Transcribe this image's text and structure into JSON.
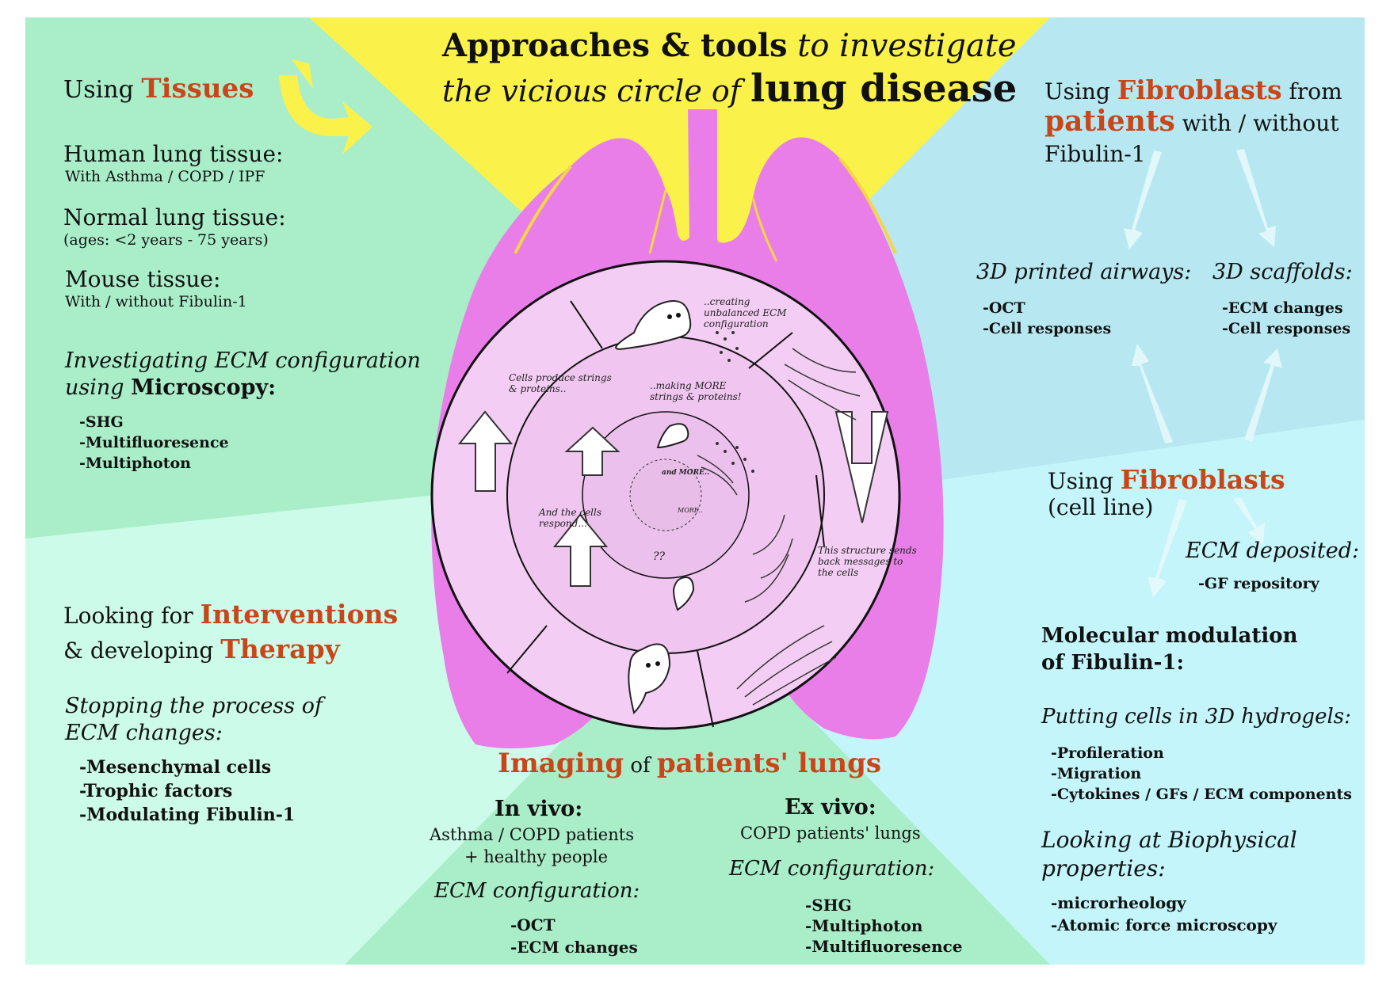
{
  "title": {
    "part1": "Approaches & tools",
    "part2": " to investigate",
    "part3": "the vicious circle of ",
    "part4": "lung disease"
  },
  "tissues": {
    "heading_prefix": "Using ",
    "heading_highlight": "Tissues",
    "human_label": "Human lung tissue:",
    "human_sub": "With Asthma / COPD / IPF",
    "normal_label": "Normal lung tissue:",
    "normal_sub": "(ages: <2 years - 75 years)",
    "mouse_label": "Mouse tissue:",
    "mouse_sub": "With / without Fibulin-1",
    "microscopy_line1": "Investigating ECM configuration",
    "microscopy_line2_prefix": "using ",
    "microscopy_line2_bold": "Microscopy:",
    "microscopy_items": [
      "-SHG",
      "-Multifluoresence",
      "-Multiphoton"
    ]
  },
  "therapy": {
    "line1_prefix": "Looking for ",
    "line1_highlight": "Interventions",
    "line2_prefix": "& developing ",
    "line2_highlight": "Therapy",
    "stopping_line1": "Stopping the process of",
    "stopping_line2": "ECM changes:",
    "items": [
      "-Mesenchymal cells",
      "-Trophic factors",
      "-Modulating Fibulin-1"
    ]
  },
  "patients": {
    "line1_prefix": "Using ",
    "line1_highlight": "Fibroblasts",
    "line1_suffix": " from",
    "line2_highlight": "patients",
    "line2_suffix": " with / without",
    "line3": "Fibulin-1",
    "printed_heading": "3D printed airways:",
    "printed_items": [
      "-OCT",
      "-Cell responses"
    ],
    "scaffolds_heading": "3D scaffolds:",
    "scaffolds_items": [
      "-ECM changes",
      "-Cell responses"
    ]
  },
  "cellline": {
    "line1_prefix": "Using ",
    "line1_highlight": "Fibroblasts",
    "line2": "(cell line)",
    "deposited_heading": "ECM deposited:",
    "deposited_item": "-GF repository",
    "molecular_line1": "Molecular modulation",
    "molecular_line2": "of Fibulin-1:",
    "hydrogels_heading": "Putting cells in 3D hydrogels:",
    "hydrogels_items": [
      "-Profileration",
      "-Migration",
      "-Cytokines / GFs / ECM components"
    ],
    "biophys_line1": "Looking at Biophysical",
    "biophys_line2": "properties:",
    "biophys_items": [
      "-microrheology",
      "-Atomic force microscopy"
    ]
  },
  "imaging": {
    "heading_highlight1": "Imaging",
    "heading_mid": " of ",
    "heading_highlight2": "patients' lungs",
    "invivo_heading": "In vivo:",
    "invivo_sub1": "Asthma / COPD patients",
    "invivo_sub2": "+ healthy people",
    "invivo_ecm": "ECM configuration:",
    "invivo_items": [
      "-OCT",
      "-ECM changes"
    ],
    "exvivo_heading": "Ex vivo:",
    "exvivo_sub": "COPD patients' lungs",
    "exvivo_ecm": "ECM configuration:",
    "exvivo_items": [
      "-SHG",
      "-Multiphoton",
      "-Multifluoresence"
    ]
  },
  "circle": {
    "creating": "..creating unbalanced ECM configuration",
    "cells_produce": "Cells produce strings & proteins..",
    "making_more": "..making MORE strings & proteins!",
    "and_more": "and MORE..",
    "more": "MORE..",
    "cells_respond": "And the cells respond...",
    "structure_sends": "This structure sends back messages to the cells",
    "question": "??"
  },
  "colors": {
    "green_panel": "#a9eec9",
    "mint_panel": "#cdfbe9",
    "yellow_panel": "#faf24a",
    "cyan_panel": "#b7e8f1",
    "aqua_panel": "#c3f5fb",
    "lung_pink": "#e97ee9",
    "circle_pink": "#f3cdf3",
    "accent": "#c8461a"
  }
}
